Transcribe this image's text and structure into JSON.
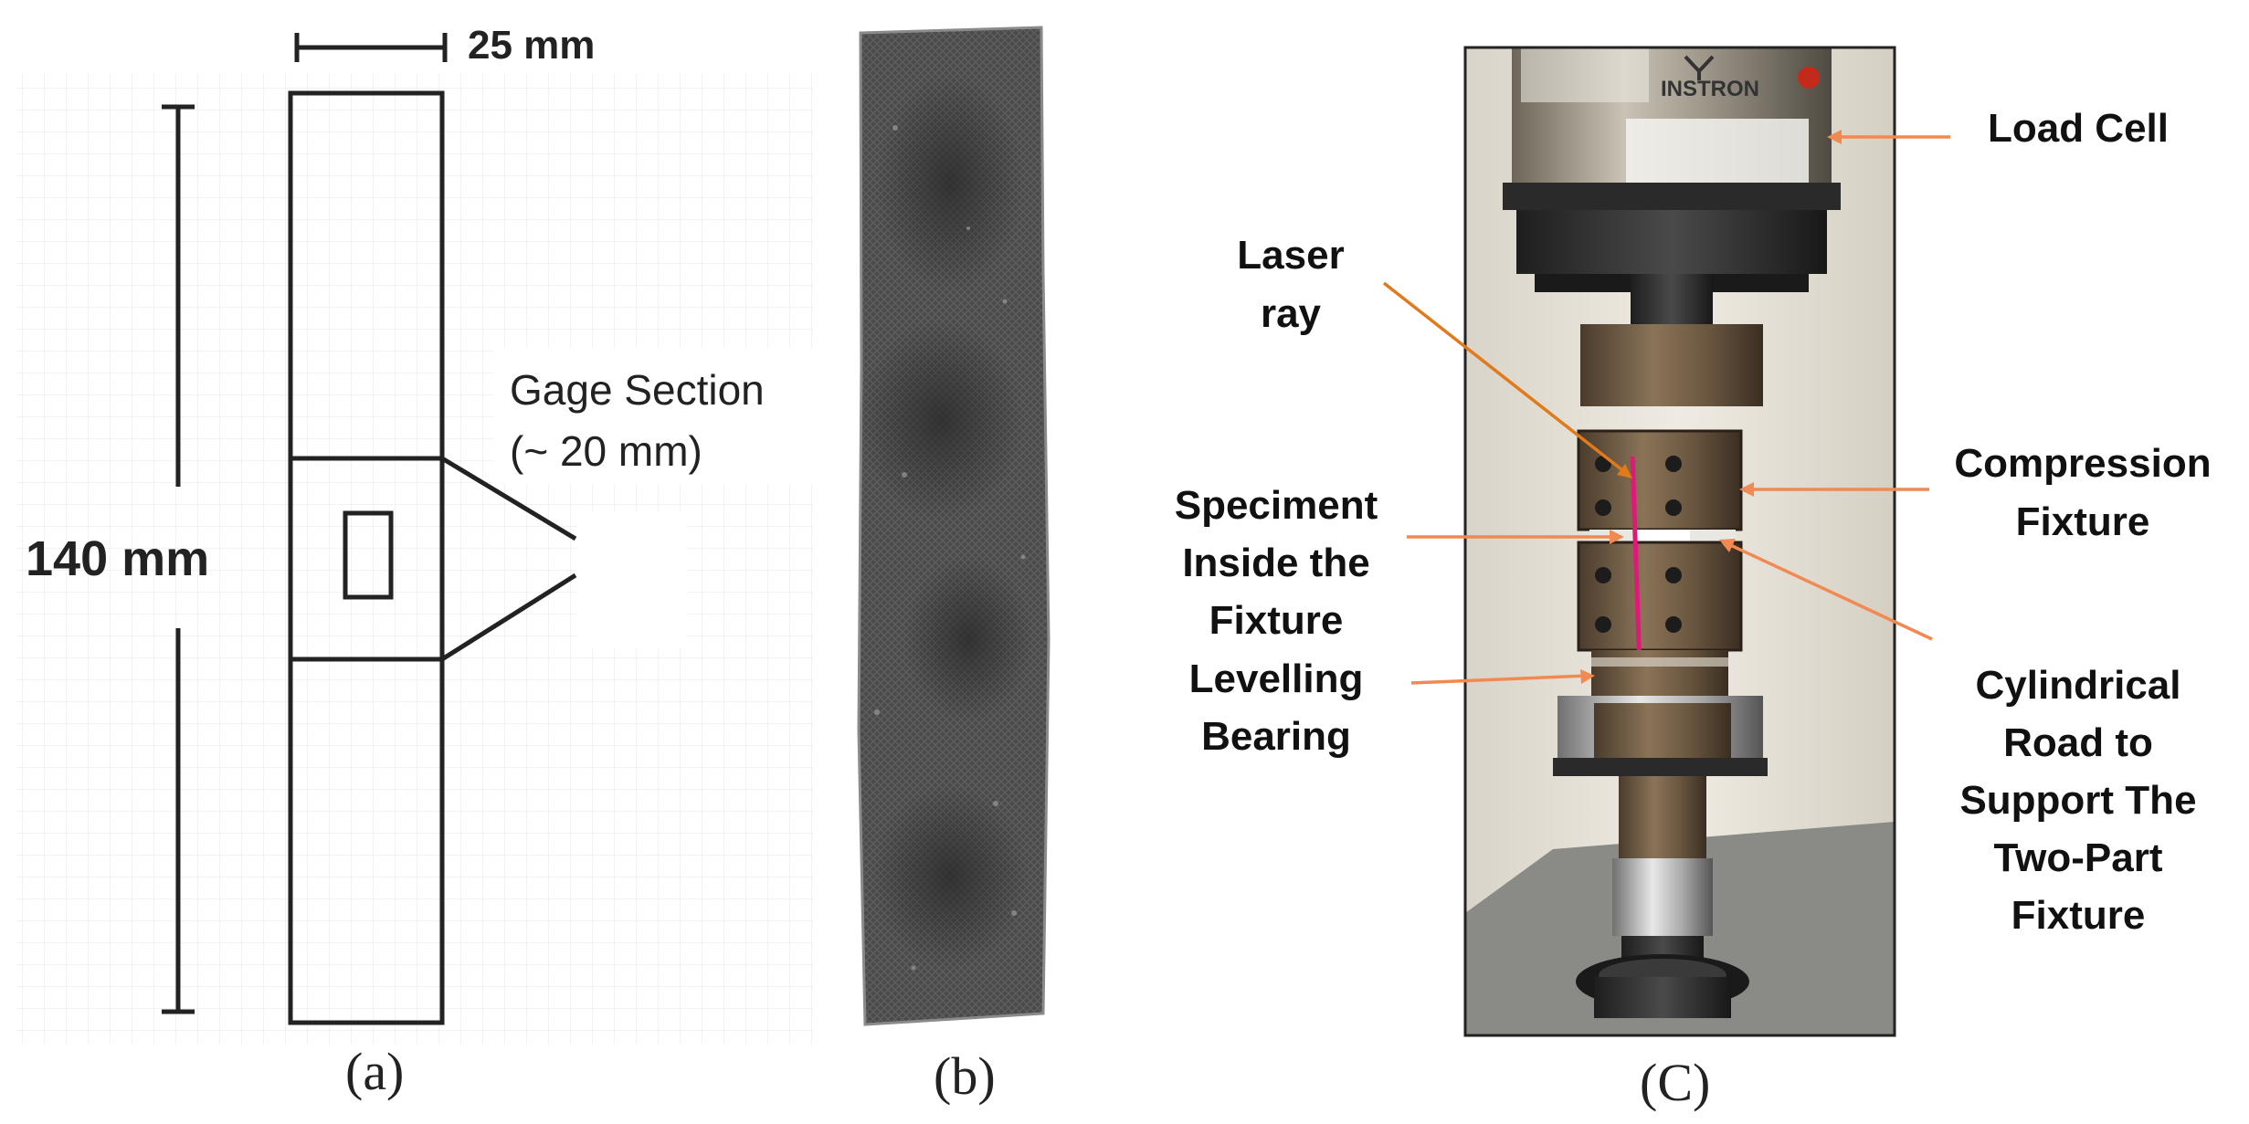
{
  "panel_a": {
    "width_label": "25 mm",
    "height_label": "140 mm",
    "gage_line1": "Gage Section",
    "gage_line2": "(~ 20 mm)",
    "caption": "(a)"
  },
  "panel_b": {
    "caption": "(b)"
  },
  "panel_c": {
    "instron_label": "INSTRON",
    "caption": "(C)",
    "labels": {
      "load_cell": "Load Cell",
      "laser_ray_1": "Laser",
      "laser_ray_2": "ray",
      "compression_1": "Compression",
      "compression_2": "Fixture",
      "speciment_1": "Speciment",
      "speciment_2": "Inside the",
      "speciment_3": "Fixture",
      "levelling_1": "Levelling",
      "levelling_2": "Bearing",
      "cylindrical_1": "Cylindrical",
      "cylindrical_2": "Road to",
      "cylindrical_3": "Support The",
      "cylindrical_4": "Two-Part",
      "cylindrical_5": "Fixture"
    }
  },
  "colors": {
    "arrow_orange": "#f08a52",
    "laser_arrow": "#e07a1a",
    "laser_line": "#e0187a",
    "line_dark": "#222222"
  }
}
